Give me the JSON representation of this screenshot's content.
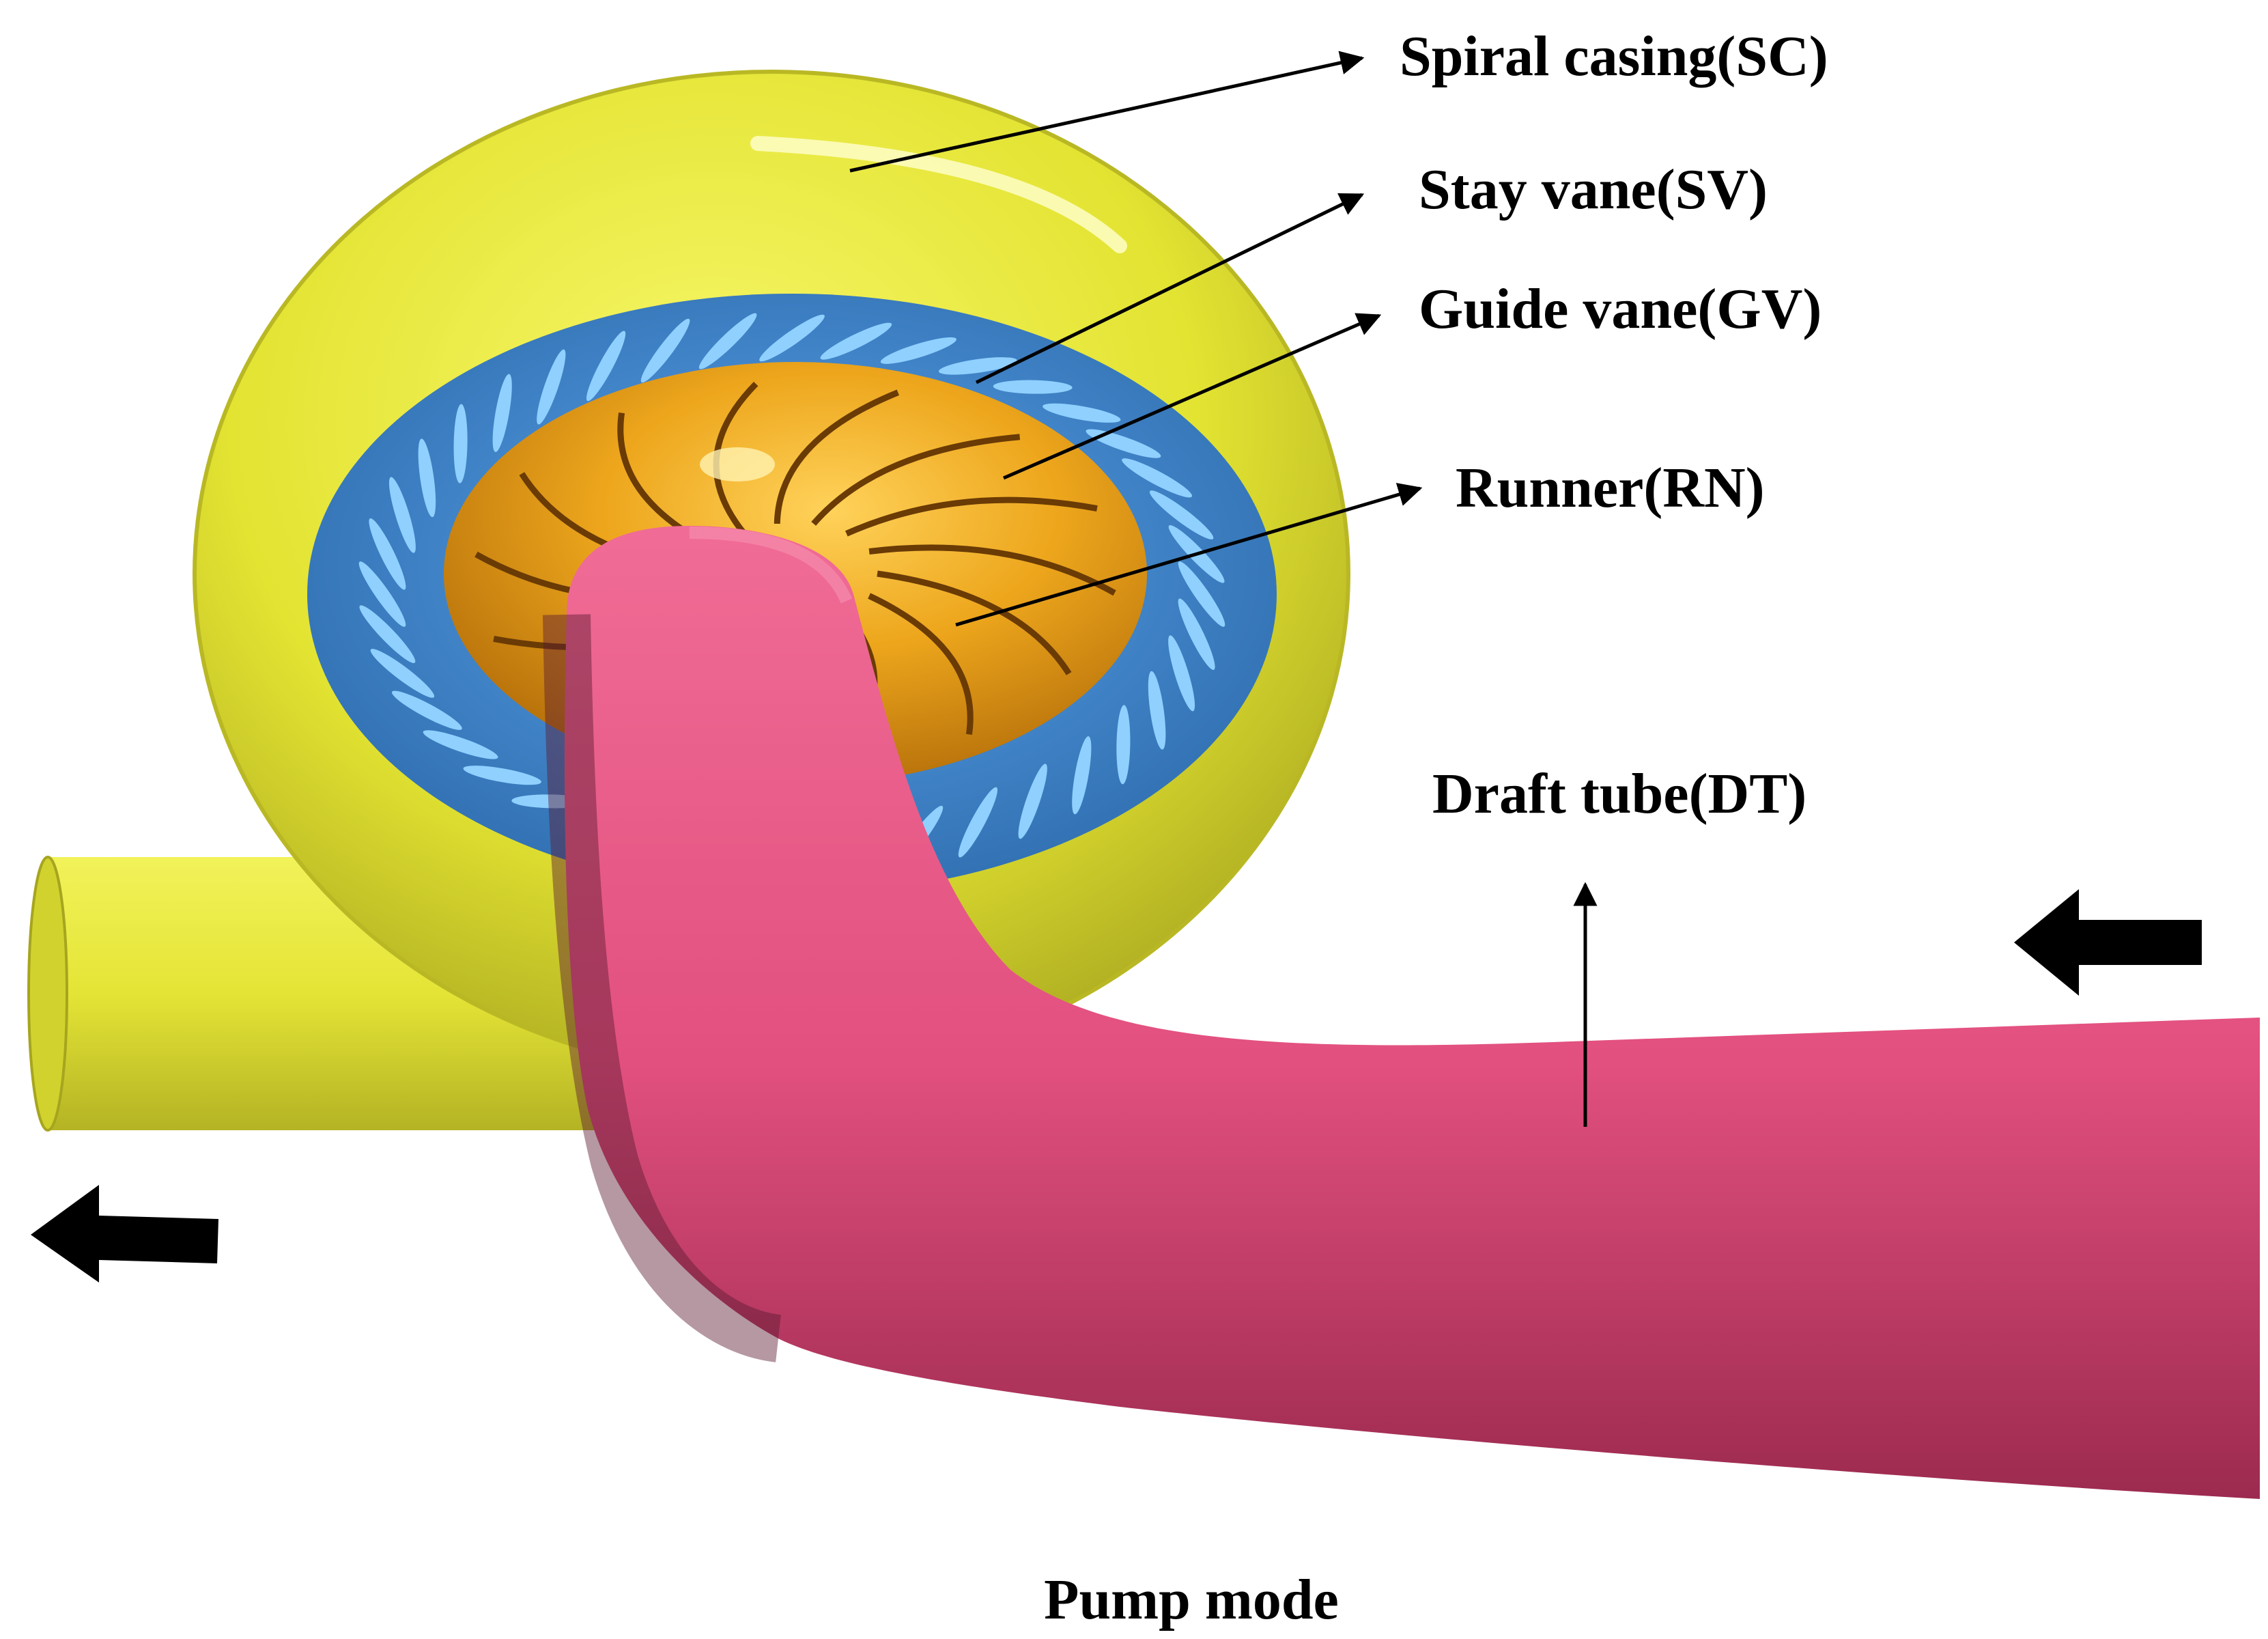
{
  "labels": {
    "spiral_casing": "Spiral casing(SC)",
    "stay_vane": "Stay vane(SV)",
    "guide_vane": "Guide vane(GV)",
    "runner": "Runner(RN)",
    "draft_tube": "Draft tube(DT)"
  },
  "caption": "Pump mode",
  "colors": {
    "spiral_casing": "#e8e83a",
    "vane_ring": "#4a90d9",
    "vane_blades": "#8fd0ff",
    "runner": "#e8a21a",
    "draft_tube": "#e85583",
    "arrow": "#000000"
  }
}
